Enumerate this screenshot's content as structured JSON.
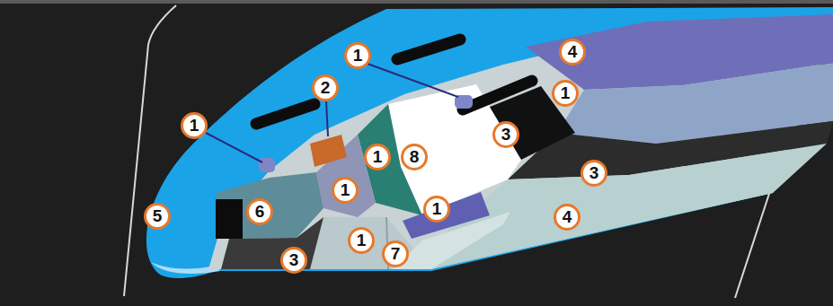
{
  "diagram": {
    "labels": [
      "1",
      "4",
      "2",
      "1",
      "1",
      "3",
      "1",
      "8",
      "3",
      "1",
      "1",
      "5",
      "6",
      "4",
      "1",
      "7",
      "3"
    ]
  }
}
